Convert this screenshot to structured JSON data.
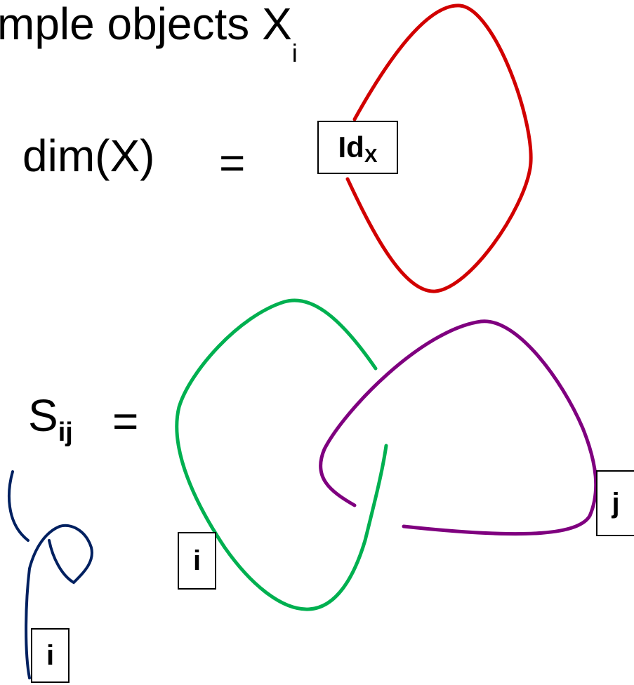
{
  "header": {
    "text": "mple objects X",
    "sub": "i"
  },
  "dim_eq": {
    "lhs": "dim(X)",
    "equals": "=",
    "box_label": "Id",
    "box_sub": "X"
  },
  "s_eq": {
    "lhs": "S",
    "lhs_sub": "ij",
    "equals": "="
  },
  "labels": {
    "green_box": "i",
    "purple_box": "j",
    "blue_box": "i"
  },
  "colors": {
    "red": "#d10000",
    "green": "#00b050",
    "purple": "#7f007f",
    "navy": "#002060"
  }
}
